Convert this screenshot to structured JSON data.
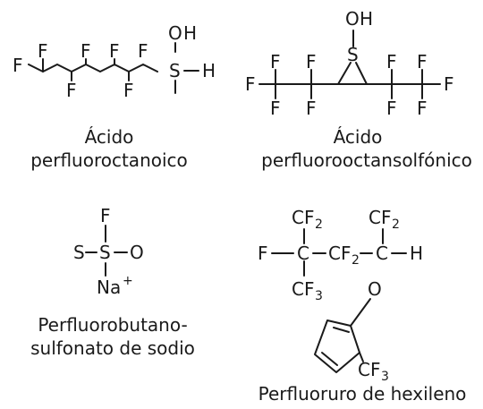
{
  "molecules": {
    "pfoa": {
      "caption_line1": "Ácido",
      "caption_line2": "perfluoroctanoico",
      "atoms": {
        "F": "F",
        "S": "S",
        "O": "O",
        "H": "H"
      }
    },
    "pfos": {
      "caption_line1": "Ácido",
      "caption_line2": "perfluorooctansolfónico",
      "atoms": {
        "F": "F",
        "S": "S",
        "O": "O",
        "H": "H"
      }
    },
    "pfbs": {
      "caption_line1": "Perfluorobutano-",
      "caption_line2": "sulfonato de sodio",
      "atoms": {
        "F": "F",
        "S": "S",
        "O": "O",
        "Na": "Na",
        "plus": "+"
      }
    },
    "hexylene": {
      "caption_line1": "Perfluoruro de hexileno",
      "atoms": {
        "F": "F",
        "C": "C",
        "O": "O",
        "H": "H",
        "two": "2",
        "three": "3"
      }
    }
  },
  "colors": {
    "ink": "#1a1a1a",
    "background": "#ffffff"
  }
}
